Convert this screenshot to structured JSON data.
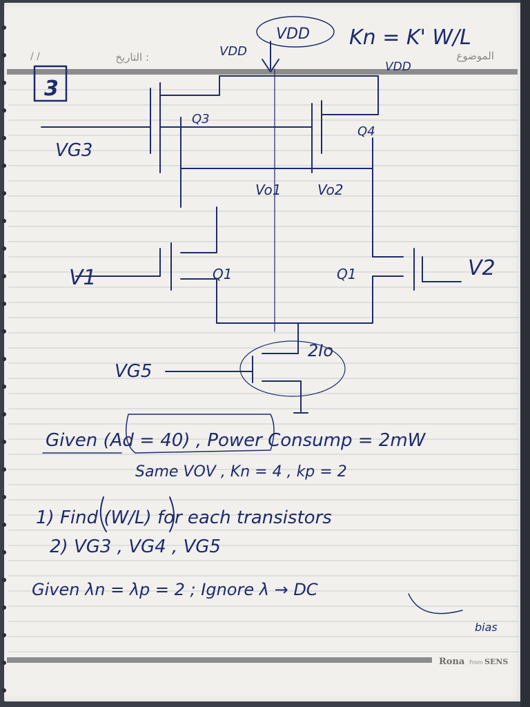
{
  "header": {
    "subject_label": "الموضوع",
    "date_label": "التاريخ :",
    "date_slashes": "/      /"
  },
  "footer": {
    "brand": "Rona",
    "brand_suffix": "From",
    "brand_logo": "SENS"
  },
  "notes": {
    "problem_number": "3",
    "formula": "Kn = K' W/L",
    "circuit_labels": {
      "vdd_top": "VDD",
      "vdd_left": "VDD",
      "vdd_right": "VDD",
      "q3": "Q3",
      "q4": "Q4",
      "vg3": "VG3",
      "vo1": "Vo1",
      "vo2": "Vo2",
      "q1_left": "Q1",
      "q1_right": "Q1",
      "v1": "V1",
      "v2": "V2",
      "tail_current": "2Io",
      "vg5": "VG5"
    },
    "given_line": "Given (Ad = 40) ,  Power Consump = 2mW",
    "given_line2": "Same  VOV ,  Kn = 4 , kp = 2",
    "task1": "1) Find (W/L) for each transistors",
    "task2": "2) VG3 , VG4 , VG5",
    "assume": "Given  λn = λp = 2  ;  Ignore λ → DC",
    "assume_note": "bias"
  }
}
